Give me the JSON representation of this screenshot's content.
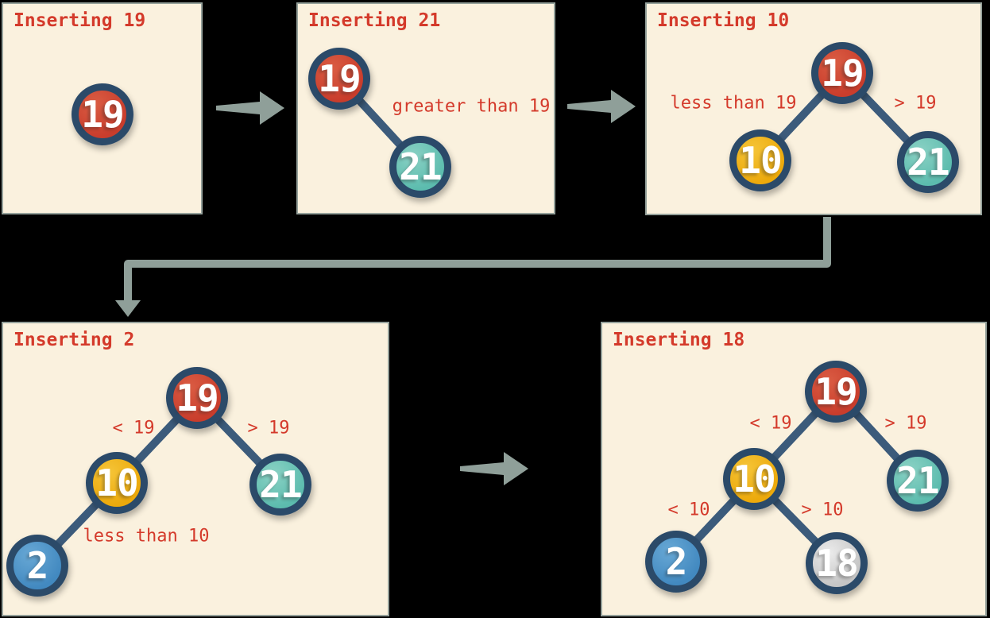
{
  "palette": {
    "background": "#000000",
    "panel_bg": "#faf1de",
    "panel_border": "#95a19b",
    "title_red": "#d43a2b",
    "label_red": "#d43a2b",
    "node_ring_navy": "#2b4a69",
    "edge_navy": "#3c5b7b",
    "arrow_gray": "#8f9f99",
    "node_red": "#cc4231",
    "node_yellow": "#eeae0d",
    "node_teal": "#64c2b3",
    "node_blue": "#4a92c5",
    "node_silver": "#d0d0d0",
    "node_text": "#ffffff"
  },
  "flow_icons": [
    "right-arrow-icon",
    "right-arrow-icon",
    "elbow-down-arrow-icon",
    "right-arrow-icon"
  ],
  "panels": [
    {
      "title": "Inserting 19",
      "nodes": [
        {
          "value": "19",
          "color": "#cc4231"
        }
      ],
      "labels": []
    },
    {
      "title": "Inserting 21",
      "nodes": [
        {
          "value": "19",
          "color": "#cc4231"
        },
        {
          "value": "21",
          "color": "#64c2b3"
        }
      ],
      "labels": [
        {
          "text": "greater than 19"
        }
      ]
    },
    {
      "title": "Inserting 10",
      "nodes": [
        {
          "value": "19",
          "color": "#cc4231"
        },
        {
          "value": "10",
          "color": "#eeae0d"
        },
        {
          "value": "21",
          "color": "#64c2b3"
        }
      ],
      "labels": [
        {
          "text": "less than 19"
        },
        {
          "text": "> 19"
        }
      ]
    },
    {
      "title": "Inserting 2",
      "nodes": [
        {
          "value": "19",
          "color": "#cc4231"
        },
        {
          "value": "10",
          "color": "#eeae0d"
        },
        {
          "value": "21",
          "color": "#64c2b3"
        },
        {
          "value": "2",
          "color": "#4a92c5"
        }
      ],
      "labels": [
        {
          "text": "< 19"
        },
        {
          "text": "> 19"
        },
        {
          "text": "less than 10"
        }
      ]
    },
    {
      "title": "Inserting 18",
      "nodes": [
        {
          "value": "19",
          "color": "#cc4231"
        },
        {
          "value": "10",
          "color": "#eeae0d"
        },
        {
          "value": "21",
          "color": "#64c2b3"
        },
        {
          "value": "2",
          "color": "#4a92c5"
        },
        {
          "value": "18",
          "color": "#d0d0d0"
        }
      ],
      "labels": [
        {
          "text": "< 19"
        },
        {
          "text": "> 19"
        },
        {
          "text": "< 10"
        },
        {
          "text": "> 10"
        }
      ]
    }
  ]
}
